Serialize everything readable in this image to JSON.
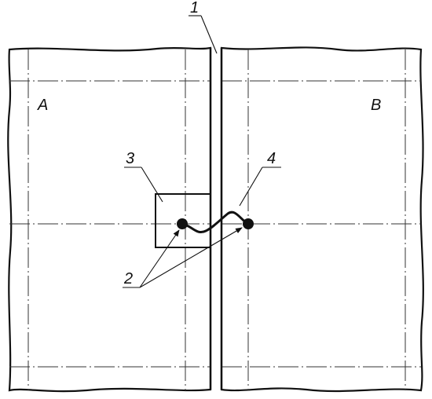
{
  "diagram": {
    "labels": {
      "room_a": "A",
      "room_b": "B",
      "callout_1": "1",
      "callout_2": "2",
      "callout_3": "3",
      "callout_4": "4"
    }
  }
}
